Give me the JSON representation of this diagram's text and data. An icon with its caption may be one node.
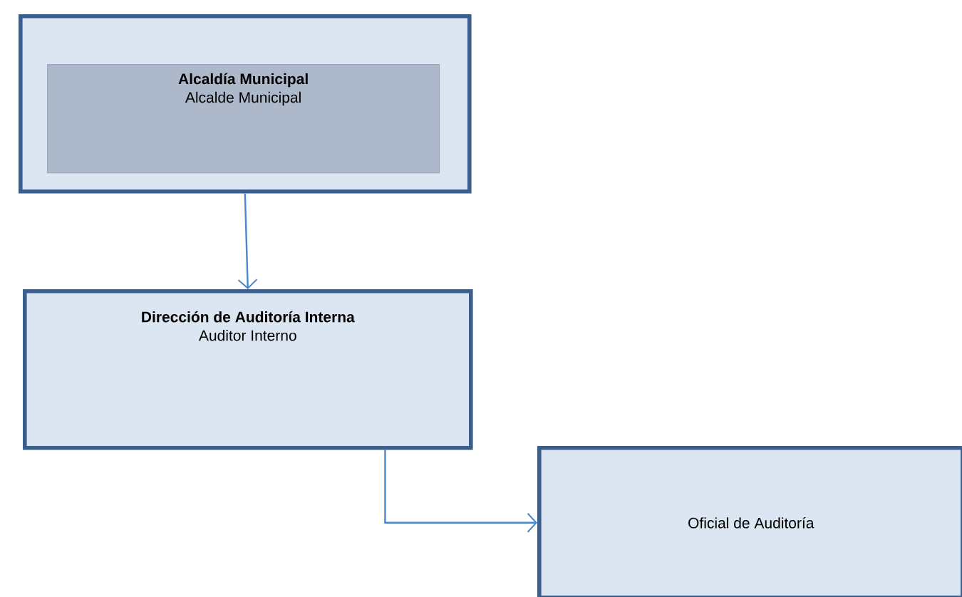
{
  "diagram": {
    "nodes": [
      {
        "text": [],
        "shape": "box"
      },
      {
        "text": [
          "Alcaldía Municipal",
          "Alcalde Municipal"
        ],
        "in": 0
      },
      {
        "text": [
          "Dirección de Auditoría Interna",
          "Auditor Interno"
        ]
      },
      {
        "text": [
          "Oficial de Auditoría"
        ]
      }
    ],
    "edges": [
      {
        "from": 0,
        "to": 2,
        "arrow": "to"
      },
      {
        "from": 2,
        "to": 3,
        "arrow": "to"
      }
    ]
  }
}
